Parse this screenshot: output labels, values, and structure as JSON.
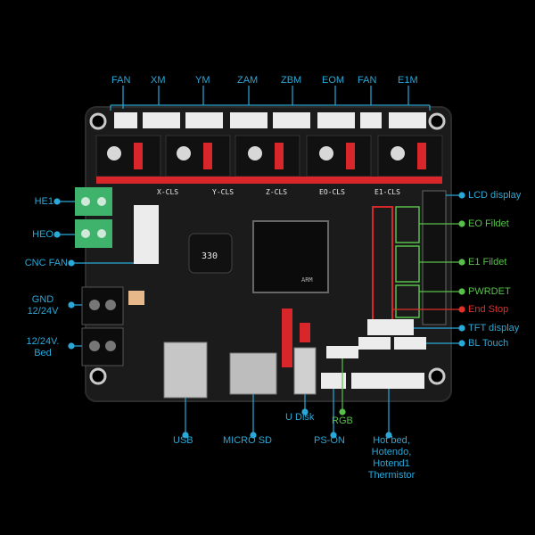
{
  "colors": {
    "label_blue": "#2aa8d8",
    "label_green": "#58c04a",
    "label_red": "#e0312b",
    "pcb": "#1b1b1b",
    "header_red": "#d9262b",
    "terminal_green": "#3fb36b"
  },
  "top_labels": [
    "FAN",
    "XM",
    "YM",
    "ZAM",
    "ZBM",
    "EOM",
    "FAN",
    "E1M"
  ],
  "left_labels": {
    "he1": "HE1",
    "heo": "HEO",
    "cnc_fan": "CNC FAN",
    "gnd": "GND\n12/24V",
    "bed": "12/24V.\nBed"
  },
  "right_labels": {
    "lcd": "LCD display",
    "eo_fildet": "EO Fildet",
    "e1_fildet": "E1 Fildet",
    "pwrdet": "PWRDET",
    "end_stop": "End Stop",
    "tft": "TFT display",
    "bl_touch": "BL Touch"
  },
  "bottom_labels": {
    "usb": "USB",
    "micro_sd": "MICRO SD",
    "u_disk": "U Disk",
    "rgb": "RGB",
    "ps_on": "PS-ON",
    "thermistor": "Hot bed,\nHotendo,\nHotend1\nThermistor"
  },
  "board_silk": {
    "driver_slots": [
      "X-CLS",
      "Y-CLS",
      "Z-CLS",
      "EO-CLS",
      "E1-CLS"
    ],
    "inductor": "330",
    "chip_brand": "ARM"
  }
}
